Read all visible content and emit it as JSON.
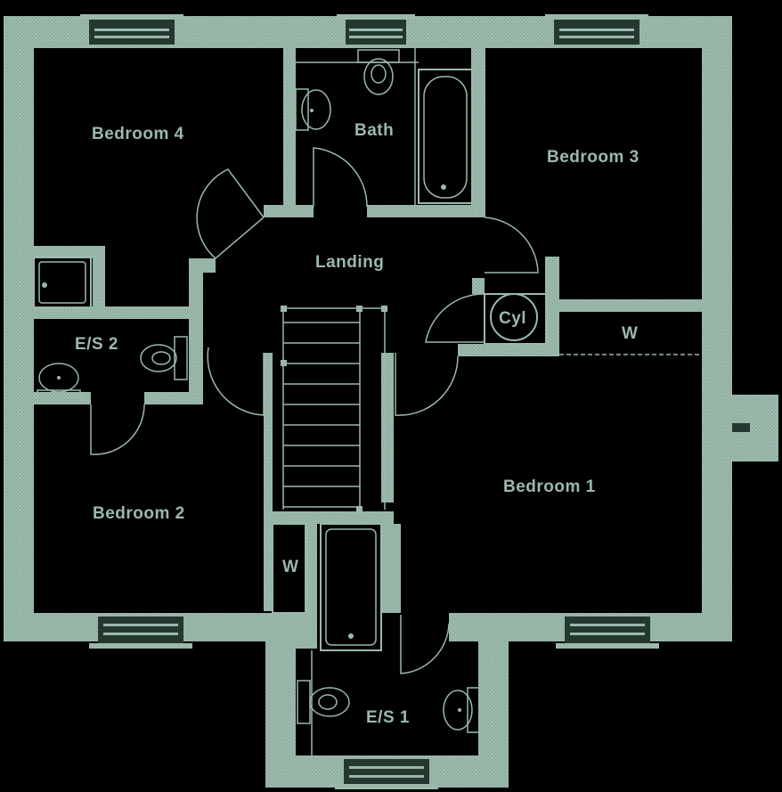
{
  "floor_plan": {
    "rooms": {
      "bedroom_4": "Bedroom 4",
      "bath": "Bath",
      "bedroom_3": "Bedroom 3",
      "landing": "Landing",
      "cylinder": "Cyl",
      "wardrobe_bedroom_3": "W",
      "en_suite_2": "E/S 2",
      "bedroom_1": "Bedroom 1",
      "bedroom_2": "Bedroom 2",
      "wardrobe_bedroom_2": "W",
      "en_suite_1": "E/S 1"
    },
    "colors": {
      "background": "#000000",
      "wall": "#9bb9ab",
      "window": "#243830"
    }
  }
}
